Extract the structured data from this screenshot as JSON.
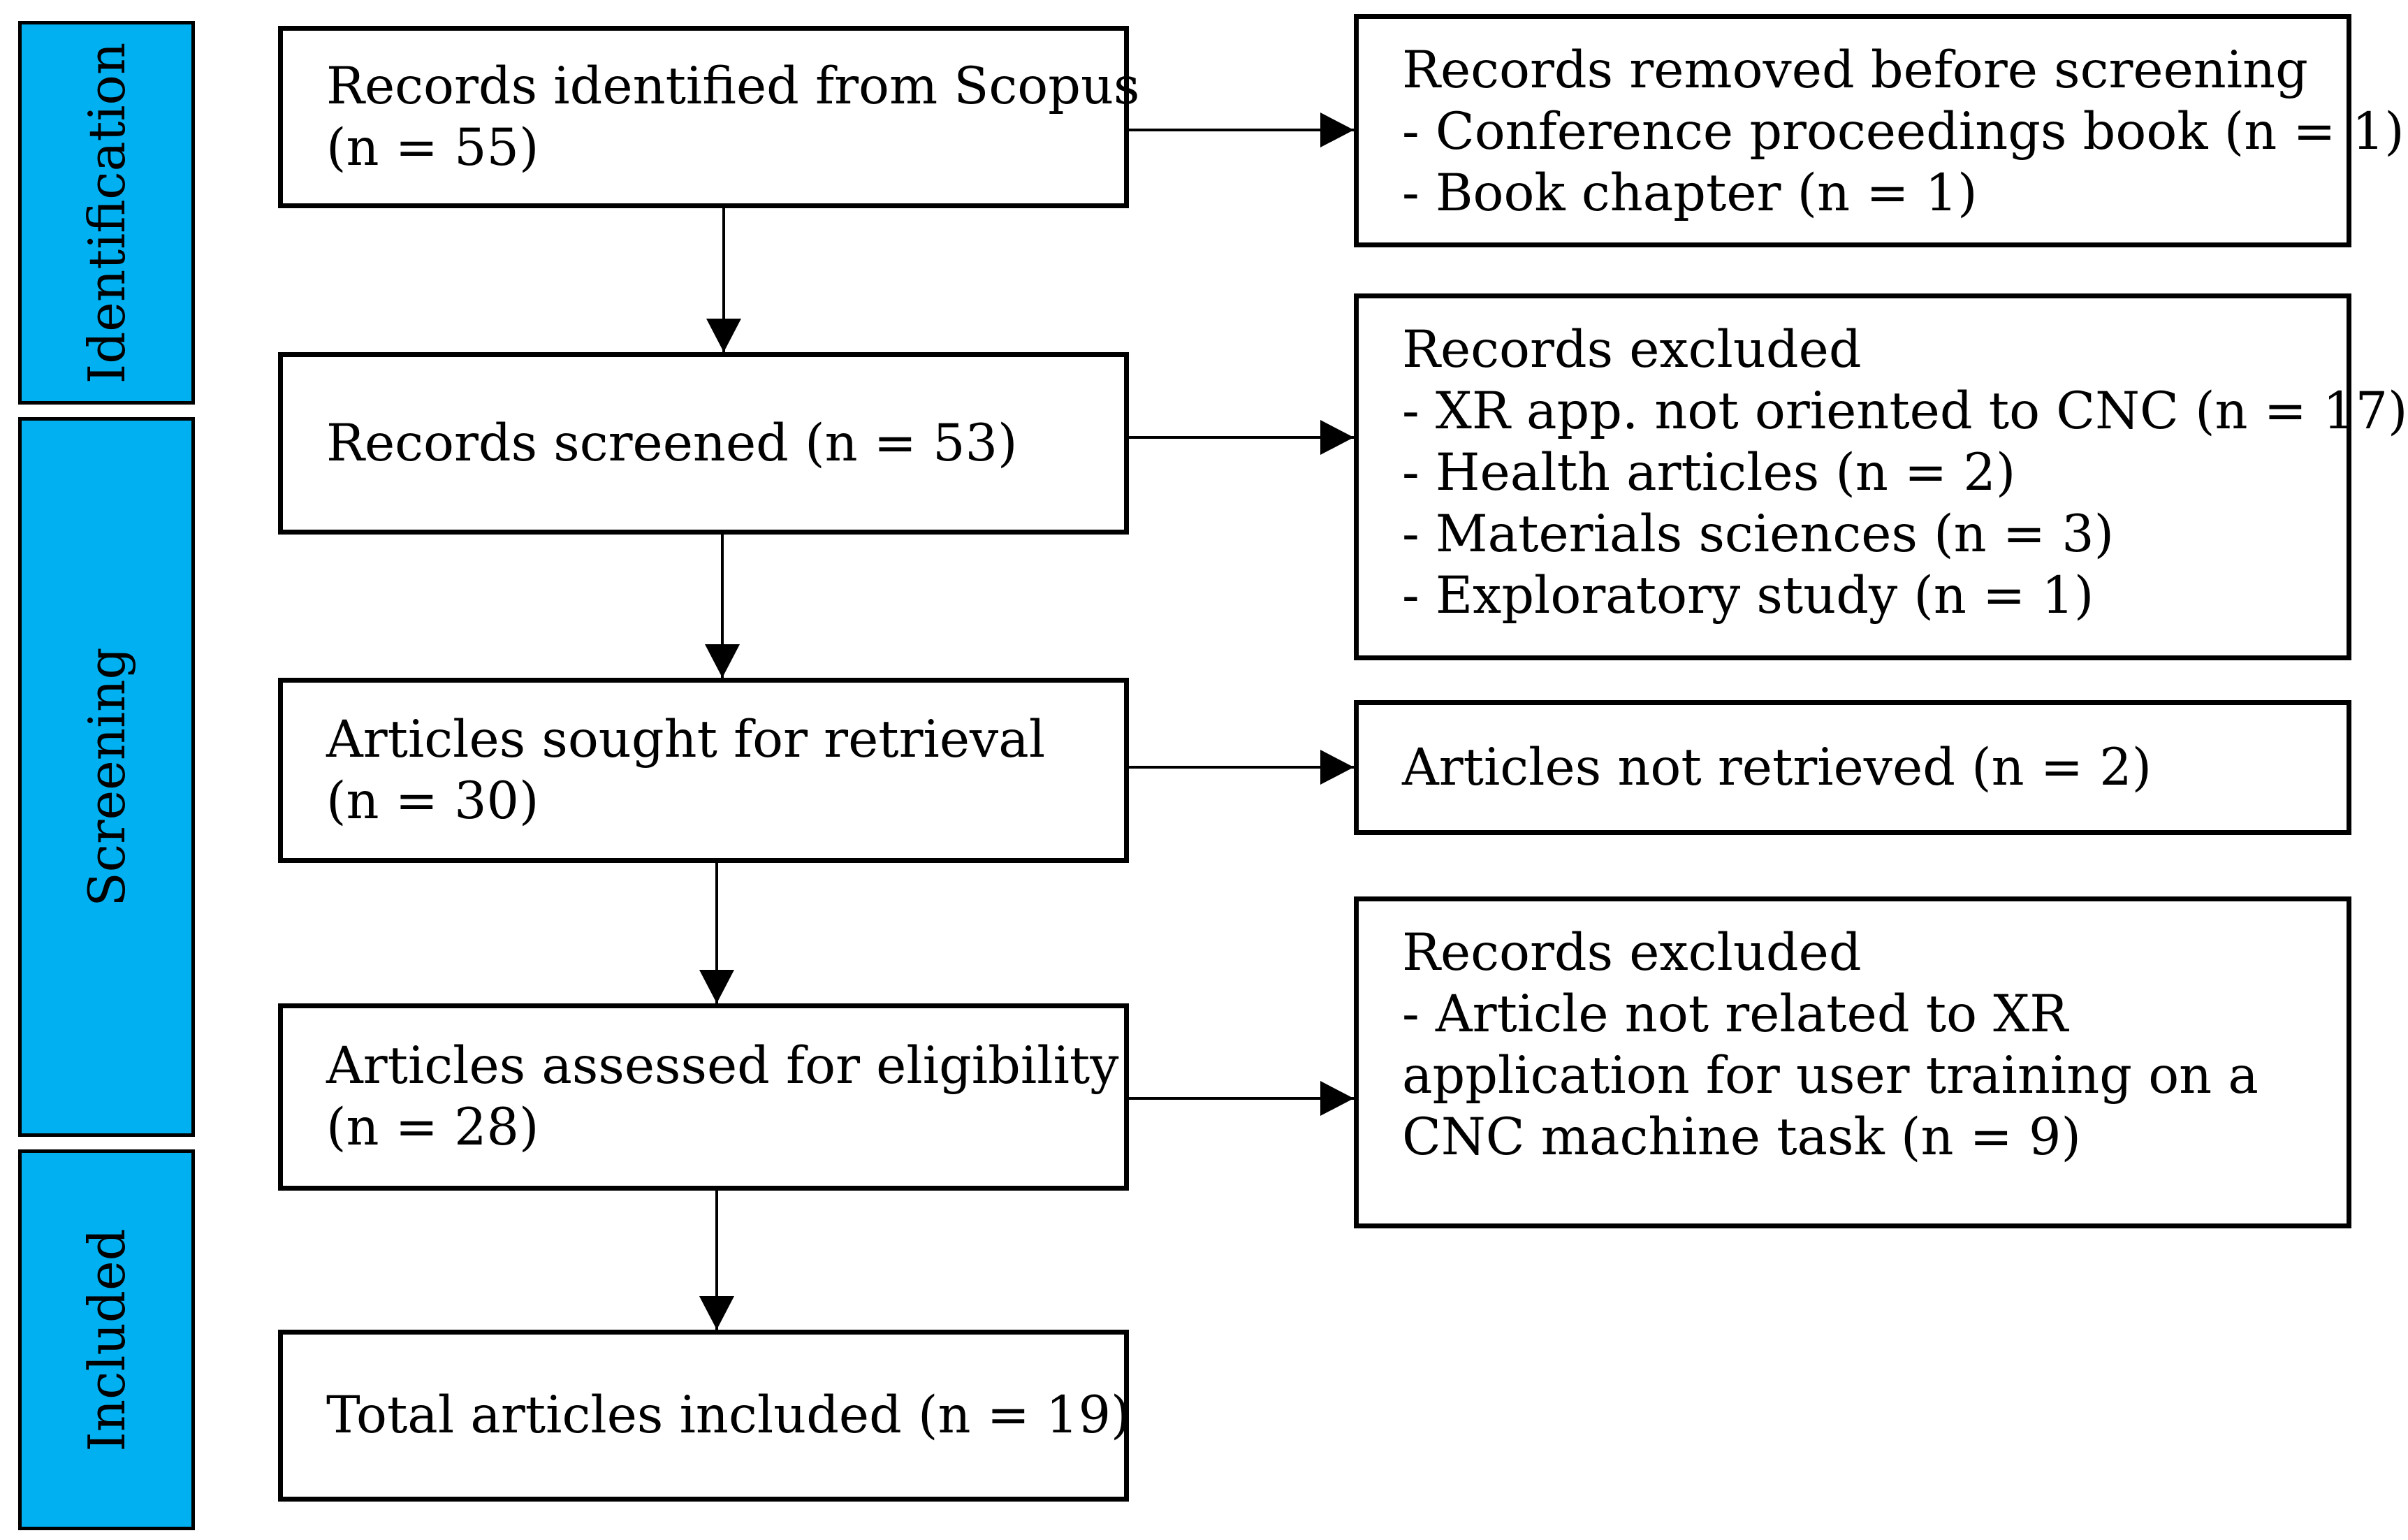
{
  "stages": [
    {
      "id": "identification",
      "label": "Identification"
    },
    {
      "id": "screening",
      "label": "Screening"
    },
    {
      "id": "included",
      "label": "Included"
    }
  ],
  "main_boxes": [
    {
      "id": "identified",
      "lines": [
        "Records identified from Scopus",
        "(n = 55)"
      ]
    },
    {
      "id": "screened",
      "lines": [
        "Records screened (n = 53)"
      ]
    },
    {
      "id": "sought",
      "lines": [
        "Articles sought for retrieval",
        "(n = 30)"
      ]
    },
    {
      "id": "assessed",
      "lines": [
        "Articles assessed for eligibility",
        "(n = 28)"
      ]
    },
    {
      "id": "included",
      "lines": [
        "Total articles included (n = 19)"
      ]
    }
  ],
  "side_boxes": [
    {
      "id": "removed",
      "title": "Records removed before screening",
      "items": [
        "- Conference proceedings book (n = 1)",
        "- Book chapter (n = 1)"
      ]
    },
    {
      "id": "excluded-screening",
      "title": "Records excluded",
      "items": [
        "- XR app. not oriented to CNC (n = 17)",
        "- Health articles (n = 2)",
        "- Materials sciences (n = 3)",
        "- Exploratory study (n = 1)"
      ]
    },
    {
      "id": "not-retrieved",
      "title": "Articles not retrieved (n = 2)",
      "items": []
    },
    {
      "id": "excluded-eligibility",
      "title": "Records excluded",
      "items": [
        "- Article not related to XR application for user training on a CNC machine task (n = 9)"
      ]
    }
  ]
}
